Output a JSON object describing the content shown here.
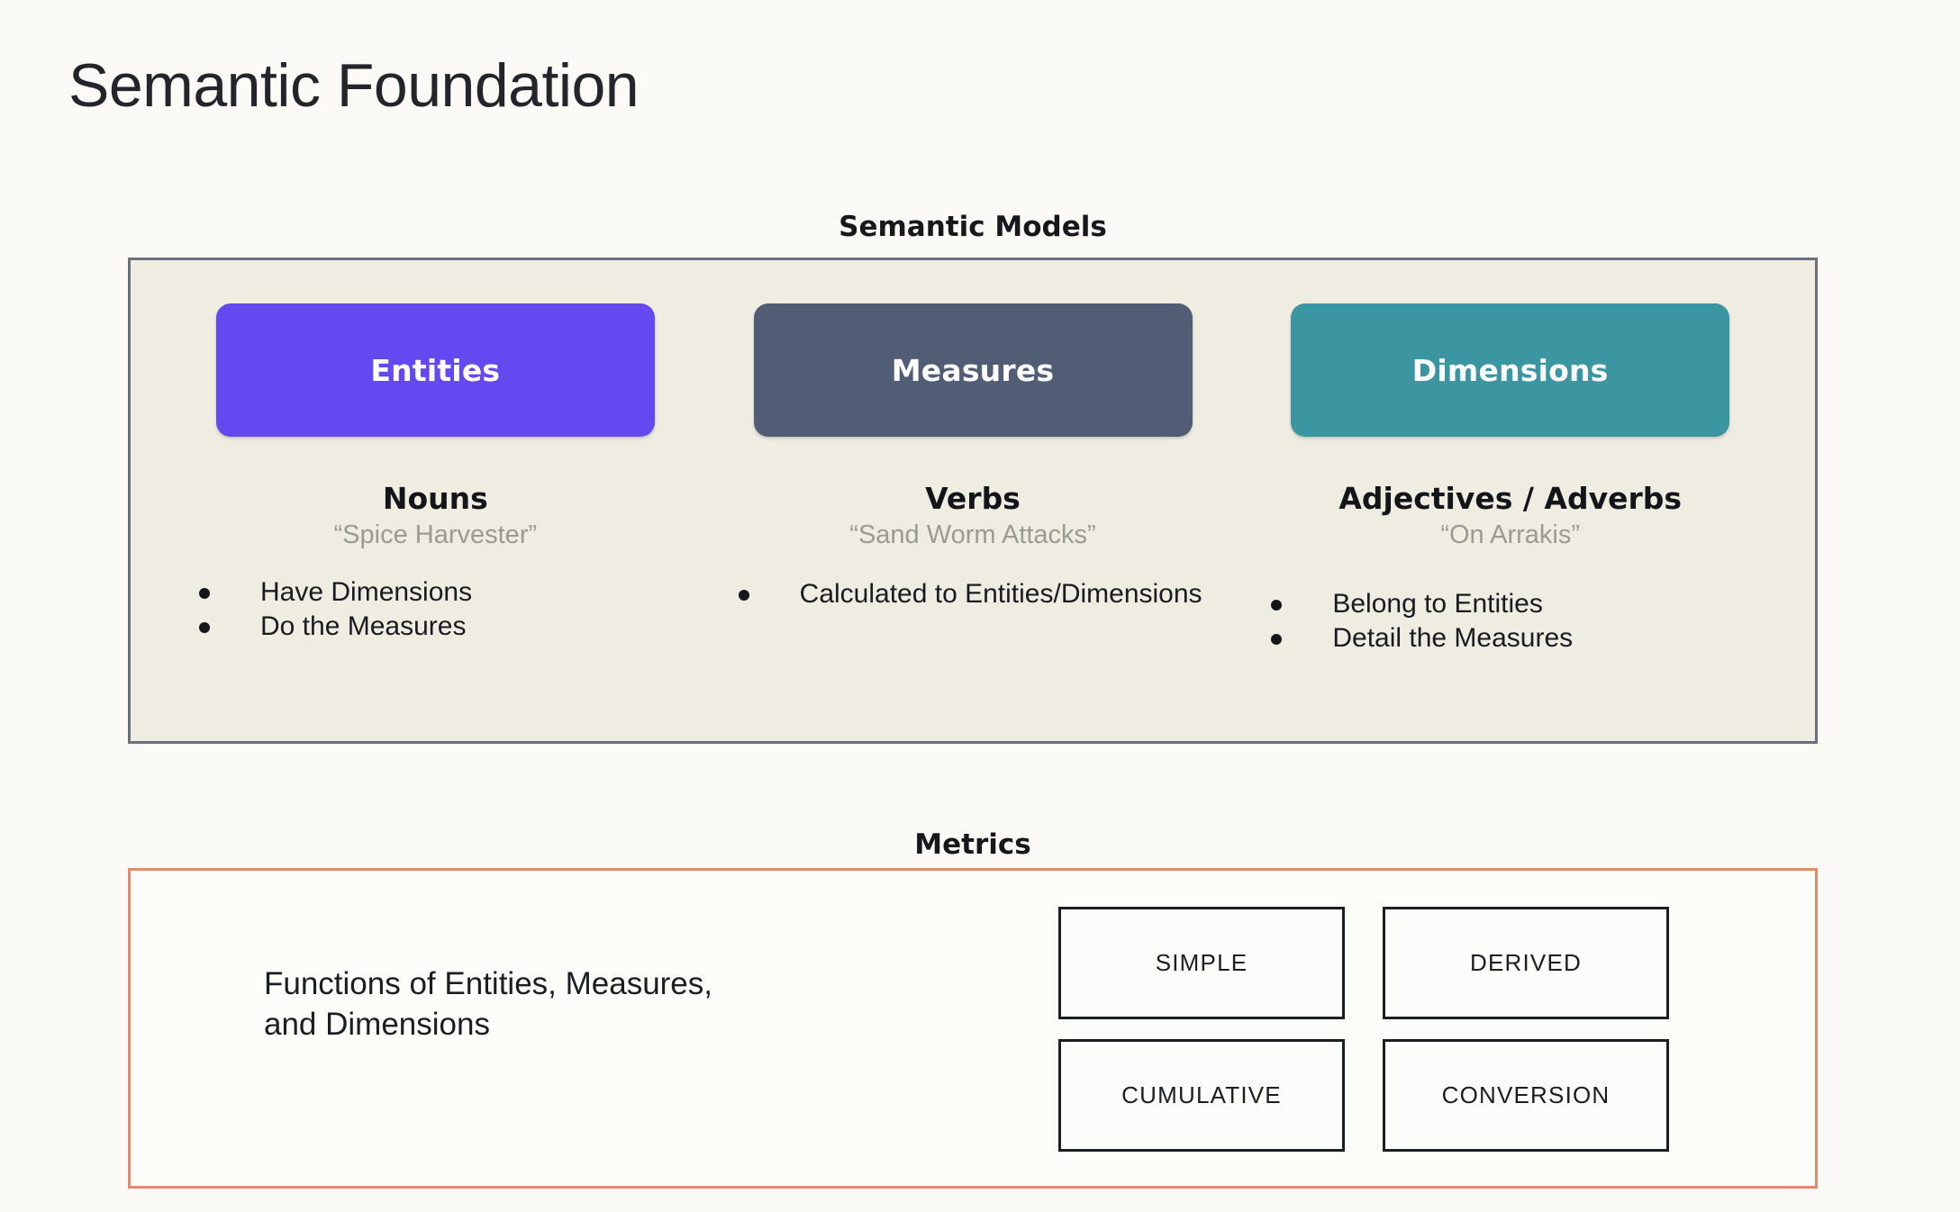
{
  "page": {
    "title": "Semantic Foundation",
    "background_color": "#FBFAF6"
  },
  "semantic_models": {
    "caption": "Semantic Models",
    "panel_fill": "#EFEDE2",
    "panel_border": "#6A6F7E",
    "columns": [
      {
        "chip_label": "Entities",
        "chip_color": "#6549F0",
        "part_of_speech": "Nouns",
        "example": "“Spice Harvester”",
        "bullets": [
          "Have Dimensions",
          "Do the Measures"
        ]
      },
      {
        "chip_label": "Measures",
        "chip_color": "#515D75",
        "part_of_speech": "Verbs",
        "example": "“Sand Worm Attacks”",
        "bullets": [
          "Calculated to Entities/Dimensions"
        ]
      },
      {
        "chip_label": "Dimensions",
        "chip_color": "#3C96A2",
        "part_of_speech": "Adjectives / Adverbs",
        "example": "“On Arrakis”",
        "bullets": [
          "Belong to Entities",
          "Detail the Measures"
        ]
      }
    ]
  },
  "metrics": {
    "caption": "Metrics",
    "panel_fill": "#FCFCF9",
    "panel_border": "#E08B6B",
    "description_line_1": "Functions of Entities, Measures,",
    "description_line_2": "and Dimensions",
    "types": [
      "SIMPLE",
      "DERIVED",
      "CUMULATIVE",
      "CONVERSION"
    ]
  }
}
